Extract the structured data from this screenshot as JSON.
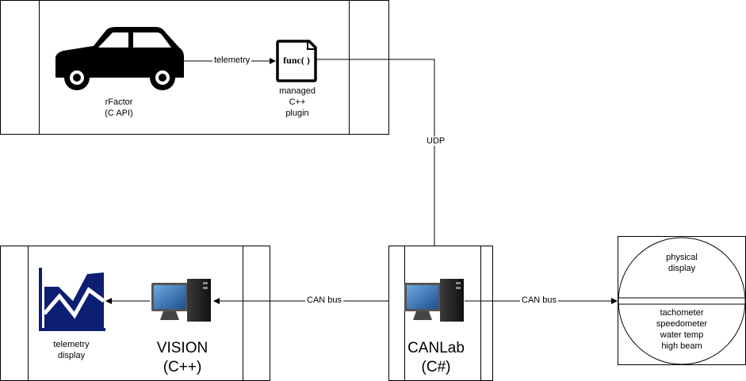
{
  "nodes": {
    "rfactor": {
      "label": "rFactor\n(C API)"
    },
    "plugin": {
      "icon_text": "func( )",
      "label": "managed\nC++\nplugin"
    },
    "telemetry_display": {
      "label": "telemetry\ndisplay"
    },
    "vision": {
      "label": "VISION\n(C++)"
    },
    "canlab": {
      "label": "CANLab\n(C#)"
    },
    "physical_display": {
      "top_label": "physical\ndisplay",
      "bottom_label": "tachometer\nspeedometer\nwater temp\nhigh beam"
    }
  },
  "edges": {
    "telemetry": "telemetry",
    "udp": "UDP",
    "can_left": "CAN bus",
    "can_right": "CAN bus"
  },
  "colors": {
    "chart_fill": "#0d1f73",
    "monitor_screen": "#2f6fb3",
    "stroke": "#000000"
  }
}
